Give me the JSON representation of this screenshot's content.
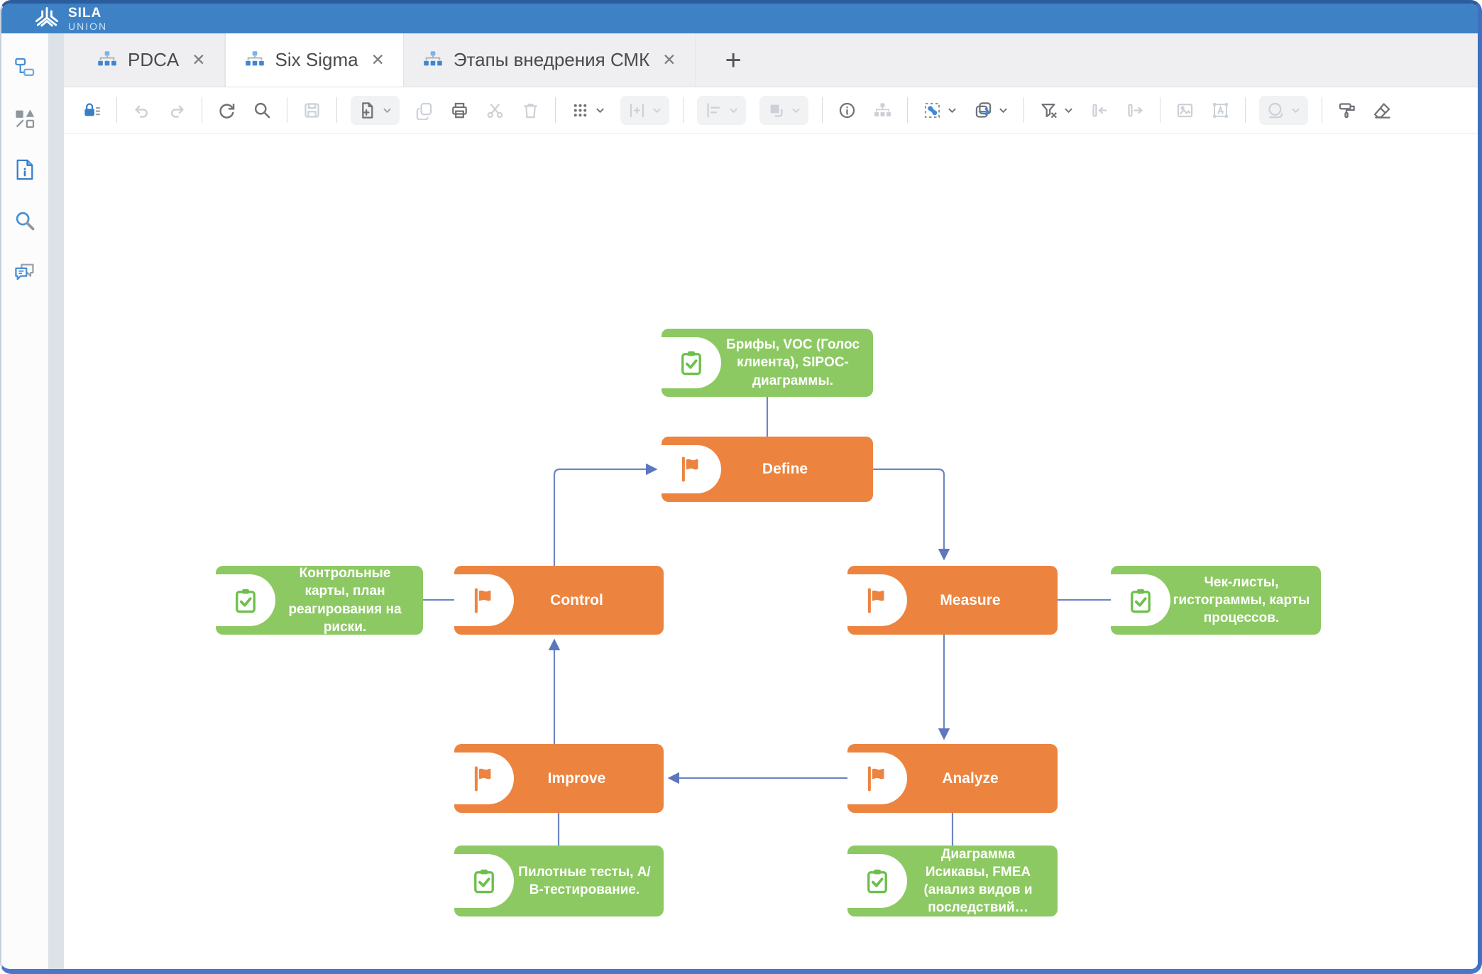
{
  "brand": {
    "name_top": "SILA",
    "name_bottom": "UNION"
  },
  "tabs": {
    "close_glyph": "✕",
    "add_glyph": "+",
    "items": [
      {
        "label": "PDCA",
        "active": false
      },
      {
        "label": "Six Sigma",
        "active": true
      },
      {
        "label": "Этапы внедрения СМК",
        "active": false
      }
    ]
  },
  "sidebar": {
    "icons": [
      "process-tree-icon",
      "shapes-icon",
      "document-info-icon",
      "search-icon",
      "comments-icon"
    ]
  },
  "toolbar": {
    "items": [
      {
        "name": "lock",
        "enabled": true
      },
      {
        "name": "undo",
        "enabled": false
      },
      {
        "name": "redo",
        "enabled": false
      },
      {
        "name": "refresh",
        "enabled": true
      },
      {
        "name": "search",
        "enabled": true
      },
      {
        "name": "save",
        "enabled": false
      },
      {
        "name": "add-page",
        "enabled": true,
        "dropdown": true
      },
      {
        "name": "duplicate",
        "enabled": false
      },
      {
        "name": "print",
        "enabled": true
      },
      {
        "name": "cut",
        "enabled": false
      },
      {
        "name": "delete",
        "enabled": false
      },
      {
        "name": "grid",
        "enabled": true,
        "dropdown": true
      },
      {
        "name": "distribute",
        "enabled": false,
        "dropdown": true
      },
      {
        "name": "align",
        "enabled": false,
        "dropdown": true
      },
      {
        "name": "bring-to-front",
        "enabled": false,
        "dropdown": true
      },
      {
        "name": "info",
        "enabled": true
      },
      {
        "name": "org-chart",
        "enabled": false
      },
      {
        "name": "region-select",
        "enabled": true,
        "dropdown": true
      },
      {
        "name": "copy-to",
        "enabled": true,
        "dropdown": true
      },
      {
        "name": "clear-filter",
        "enabled": true,
        "dropdown": true
      },
      {
        "name": "indent-in",
        "enabled": false
      },
      {
        "name": "indent-out",
        "enabled": false
      },
      {
        "name": "insert-image",
        "enabled": false
      },
      {
        "name": "text-frame",
        "enabled": false
      },
      {
        "name": "shape-ellipse",
        "enabled": false,
        "dropdown": true
      },
      {
        "name": "format-painter",
        "enabled": true
      },
      {
        "name": "eraser",
        "enabled": true
      }
    ]
  },
  "diagram": {
    "type": "flowchart",
    "stages": [
      {
        "id": "define",
        "label": "Define"
      },
      {
        "id": "measure",
        "label": "Measure"
      },
      {
        "id": "analyze",
        "label": "Analyze"
      },
      {
        "id": "improve",
        "label": "Improve"
      },
      {
        "id": "control",
        "label": "Control"
      }
    ],
    "notes": [
      {
        "for": "define",
        "text": "Брифы, VOC (Голос клиента), SIPOC-диаграммы."
      },
      {
        "for": "measure",
        "text": "Чек-листы, гистограммы, карты процессов."
      },
      {
        "for": "analyze",
        "text": "Диаграмма Исикавы, FMEA (анализ видов и последствий…"
      },
      {
        "for": "improve",
        "text": "Пилотные тесты, А/В-тестирование."
      },
      {
        "for": "control",
        "text": "Контрольные карты, план реагирования на риски."
      }
    ],
    "connections": [
      {
        "from": "define-note",
        "to": "define",
        "type": "line"
      },
      {
        "from": "define",
        "to": "measure",
        "type": "arrow"
      },
      {
        "from": "measure",
        "to": "analyze",
        "type": "arrow"
      },
      {
        "from": "analyze",
        "to": "improve",
        "type": "arrow"
      },
      {
        "from": "improve",
        "to": "control",
        "type": "arrow"
      },
      {
        "from": "control",
        "to": "define",
        "type": "arrow"
      },
      {
        "from": "control-note",
        "to": "control",
        "type": "line"
      },
      {
        "from": "measure",
        "to": "measure-note",
        "type": "line"
      },
      {
        "from": "improve-note",
        "to": "improve",
        "type": "line"
      },
      {
        "from": "analyze",
        "to": "analyze-note",
        "type": "line"
      }
    ],
    "colors": {
      "stage": "#EC8440",
      "note": "#8DC963",
      "connector": "#6D85C3",
      "note_icon_green": "#6CC04A",
      "header_blue": "#3E81C5"
    }
  }
}
